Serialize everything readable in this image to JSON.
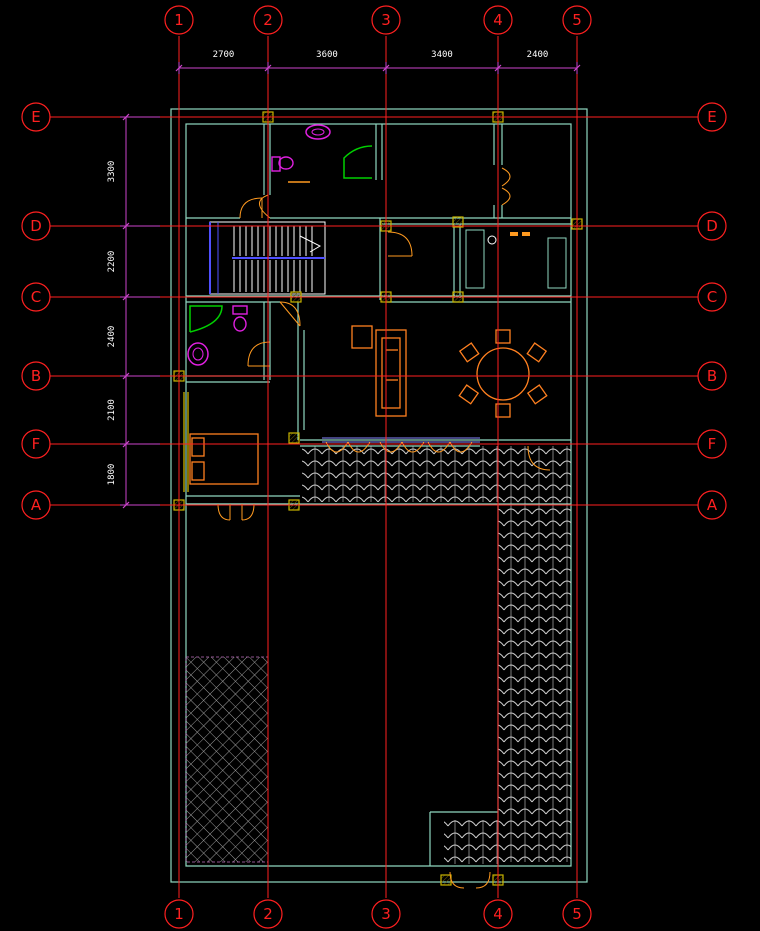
{
  "grid": {
    "columns": [
      "1",
      "2",
      "3",
      "4",
      "5"
    ],
    "rows": [
      "E",
      "D",
      "C",
      "B",
      "F",
      "A"
    ]
  },
  "dimensions": {
    "top": [
      "2700",
      "3600",
      "3400",
      "2400"
    ],
    "left": [
      "3300",
      "2200",
      "2400",
      "2100",
      "1800"
    ]
  },
  "colors": {
    "background": "#000000",
    "grid_line": "#ff2020",
    "dimension": "#cc44cc",
    "wall": "#8fd8c0",
    "column": "#c8b400",
    "door": "#ff9a20",
    "stair": "#ffffff",
    "stair_accent": "#5050ff",
    "fixture": "#e020e0",
    "shower": "#00d000",
    "furniture": "#ff8020",
    "lawn": "#cccccc",
    "hatch": "#a0a0a0"
  }
}
